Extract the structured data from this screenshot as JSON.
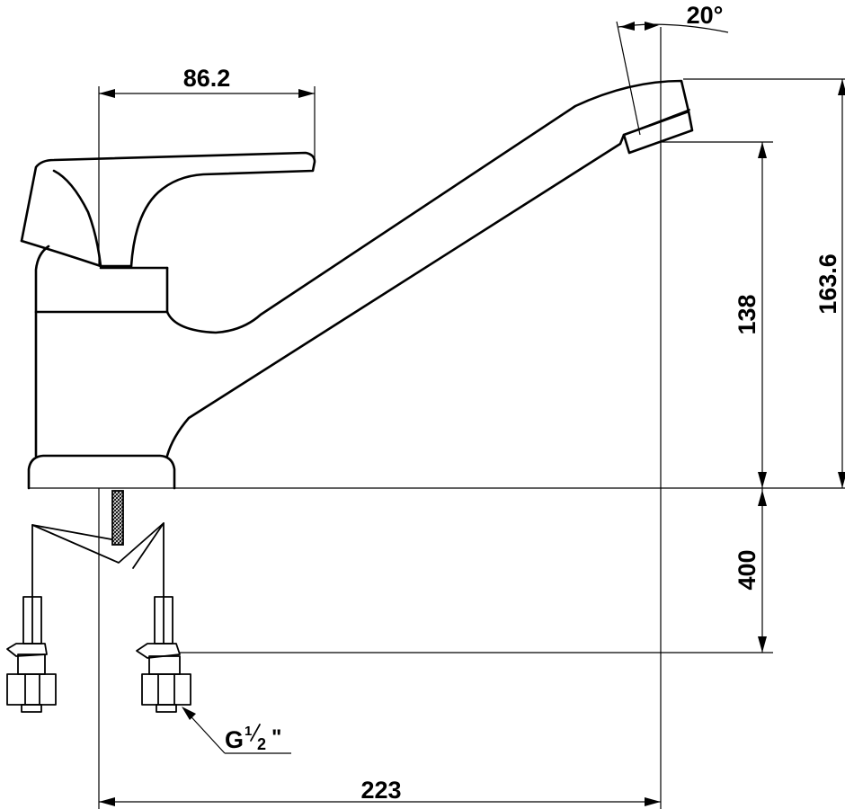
{
  "dimensions": {
    "handle_width": "86.2",
    "spout_angle": "20°",
    "total_height": "163.6",
    "spout_height": "138",
    "hose_length": "400",
    "total_length": "223",
    "thread_prefix": "G",
    "thread_num": "1",
    "thread_den": "2",
    "thread_suffix": "\""
  }
}
